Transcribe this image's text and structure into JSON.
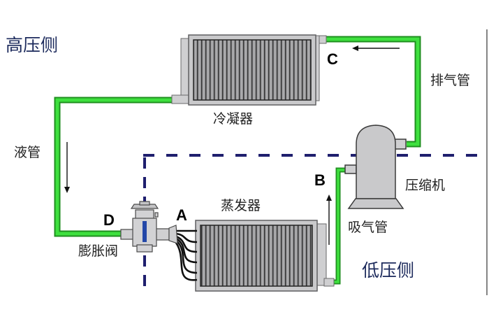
{
  "title": "Refrigeration cycle: high / low pressure sides",
  "colors": {
    "pipe": "#33cc33",
    "pipe_edge": "#1f8f1f",
    "divider": "#1f1f6e",
    "side_text": "#1c2a5c",
    "coil_frame": "#c9c9cb",
    "coil_fin": "#8a8a8c"
  },
  "regions": {
    "high": "高压侧",
    "low": "低压侧"
  },
  "components": {
    "condenser": "冷凝器",
    "evaporator": "蒸发器",
    "compressor": "压缩机",
    "expansion_valve": "膨胀阀"
  },
  "pipes": {
    "discharge": "排气管",
    "liquid": "液管",
    "suction": "吸气管"
  },
  "points": {
    "a": "A",
    "b": "B",
    "c": "C",
    "d": "D"
  },
  "flow": [
    {
      "id": "discharge-flow",
      "direction": "left",
      "label": "排气管"
    },
    {
      "id": "liquid-flow",
      "direction": "down",
      "label": "液管"
    },
    {
      "id": "suction-flow",
      "direction": "up",
      "label": "吸气管"
    }
  ]
}
